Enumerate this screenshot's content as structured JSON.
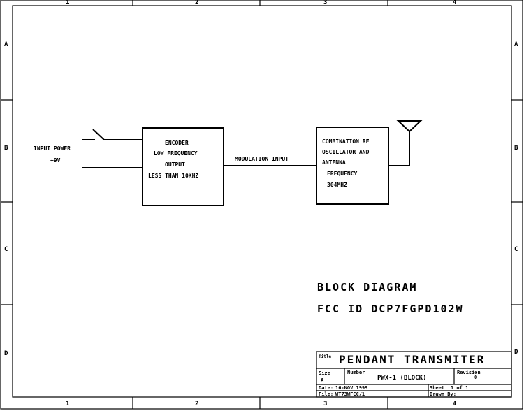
{
  "frame": {
    "columns": [
      "1",
      "2",
      "3",
      "4"
    ],
    "rows": [
      "A",
      "B",
      "C",
      "D"
    ]
  },
  "input": {
    "label": "INPUT POWER",
    "voltage": "+9V"
  },
  "encoder": {
    "lines": [
      "ENCODER",
      "LOW FREQUENCY",
      "OUTPUT",
      "LESS THAN 10KHZ"
    ]
  },
  "link_label": "MODULATION INPUT",
  "rf": {
    "lines": [
      "COMBINATION RF",
      "OSCILLATOR AND",
      "ANTENNA",
      "FREQUENCY",
      "304MHZ"
    ]
  },
  "captions": {
    "diagram": "BLOCK DIAGRAM",
    "fcc": "FCC ID DCP7FGPD102W"
  },
  "title_block": {
    "title_label": "Title",
    "title": "PENDANT TRANSMITER",
    "size_label": "Size",
    "size": "A",
    "number_label": "Number",
    "number": "PWX-1 (BLOCK)",
    "revision_label": "Revision",
    "revision": "0",
    "date_label": "Date:",
    "date": "16-NOV 1999",
    "sheet_label": "Sheet",
    "sheet": "1 of 1",
    "file_label": "File:",
    "file": "WT73WFCC/1",
    "drawn_label": "Drawn By:"
  }
}
